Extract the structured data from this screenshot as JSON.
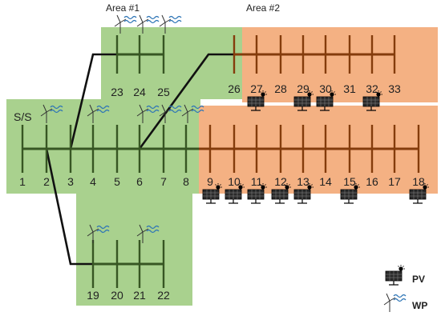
{
  "areas": {
    "area1_label": "Area #1",
    "area2_label": "Area #2"
  },
  "substation_label": "S/S",
  "buses": {
    "main": [
      "1",
      "2",
      "3",
      "4",
      "5",
      "6",
      "7",
      "8"
    ],
    "lower": [
      "19",
      "20",
      "21",
      "22"
    ],
    "upper_left": [
      "23",
      "24",
      "25"
    ],
    "area2_top": [
      "26",
      "27",
      "28",
      "29",
      "30",
      "31",
      "32",
      "33"
    ],
    "area2_bottom": [
      "9",
      "10",
      "11",
      "12",
      "13",
      "14",
      "15",
      "16",
      "17",
      "18"
    ]
  },
  "legend": {
    "pv_label": "PV",
    "wp_label": "WP"
  },
  "colors": {
    "area1_fill": "#a9d18e",
    "area2_fill": "#f4b183",
    "line_green": "#375623",
    "line_brown": "#843c0c",
    "feeder_black": "#111111",
    "wind_blue": "#2e75b6"
  },
  "icons": {
    "pv": "solar-panel-icon",
    "wp": "wind-turbine-icon"
  }
}
